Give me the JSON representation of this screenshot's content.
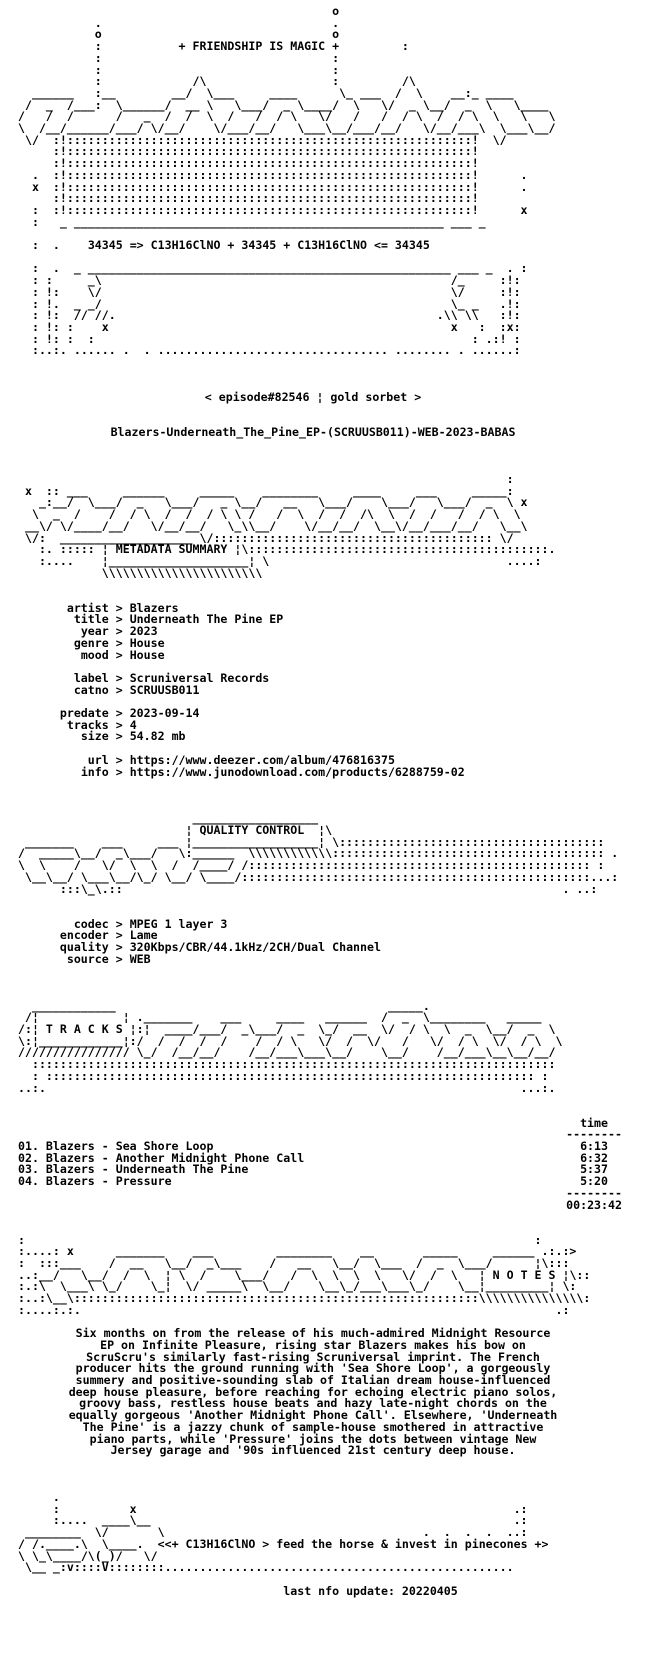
{
  "header": {
    "motto": "+ FRIENDSHIP IS MAGIC +",
    "formula": "34345 => C13H16ClNO + 34345 + C13H16ClNO <= 34345",
    "episode": "< episode#82546 ¦ gold sorbet >",
    "release_name": "Blazers-Underneath_The_Pine_EP-(SCRUUSB011)-WEB-2023-BABAS"
  },
  "metadata": {
    "section_title": "METADATA SUMMARY",
    "fields": [
      {
        "key": "artist",
        "value": "Blazers"
      },
      {
        "key": "title",
        "value": "Underneath The Pine EP"
      },
      {
        "key": "year",
        "value": "2023"
      },
      {
        "key": "genre",
        "value": "House"
      },
      {
        "key": "mood",
        "value": "House"
      },
      {
        "key": "label",
        "value": "Scruniversal Records"
      },
      {
        "key": "catno",
        "value": "SCRUUSB011"
      },
      {
        "key": "predate",
        "value": "2023-09-14"
      },
      {
        "key": "tracks",
        "value": "4"
      },
      {
        "key": "size",
        "value": "54.82 mb"
      },
      {
        "key": "url",
        "value": "https://www.deezer.com/album/476816375"
      },
      {
        "key": "info",
        "value": "https://www.junodownload.com/products/6288759-02"
      }
    ]
  },
  "quality": {
    "section_title": "QUALITY CONTROL",
    "fields": [
      {
        "key": "codec",
        "value": "MPEG 1 layer 3"
      },
      {
        "key": "encoder",
        "value": "Lame"
      },
      {
        "key": "quality",
        "value": "320Kbps/CBR/44.1kHz/2CH/Dual Channel"
      },
      {
        "key": "source",
        "value": "WEB"
      }
    ]
  },
  "tracklist": {
    "section_title": "T R A C K S",
    "time_header": "time",
    "items": [
      {
        "title": "01. Blazers - Sea Shore Loop",
        "time": "6:13"
      },
      {
        "title": "02. Blazers - Another Midnight Phone Call",
        "time": "6:32"
      },
      {
        "title": "03. Blazers - Underneath The Pine",
        "time": "5:37"
      },
      {
        "title": "04. Blazers - Pressure",
        "time": "5:20"
      }
    ],
    "total": "00:23:42"
  },
  "notes": {
    "section_title": "N O T E S",
    "lines": [
      "Six months on from the release of his much-admired Midnight Resource",
      "EP on Infinite Pleasure, rising star Blazers makes his bow on",
      "ScruScru's similarly fast-rising Scruniversal imprint. The French",
      "producer hits the ground running with 'Sea Shore Loop', a gorgeously",
      "summery and positive-sounding slab of Italian dream house-influenced",
      "deep house pleasure, before reaching for echoing electric piano solos,",
      "groovy bass, restless house beats and hazy late-night chords on the",
      "equally gorgeous 'Another Midnight Phone Call'. Elsewhere, 'Underneath",
      "The Pine' is a jazzy chunk of sample-house smothered in attractive",
      "piano parts, while 'Pressure' joins the dots between vintage New",
      "Jersey garage and '90s influenced 21st century deep house."
    ]
  },
  "footer": {
    "tagline": "<<+ C13H16ClNO > feed the horse & invest in pinecones +>",
    "last_update": "last nfo update: 20220405"
  }
}
